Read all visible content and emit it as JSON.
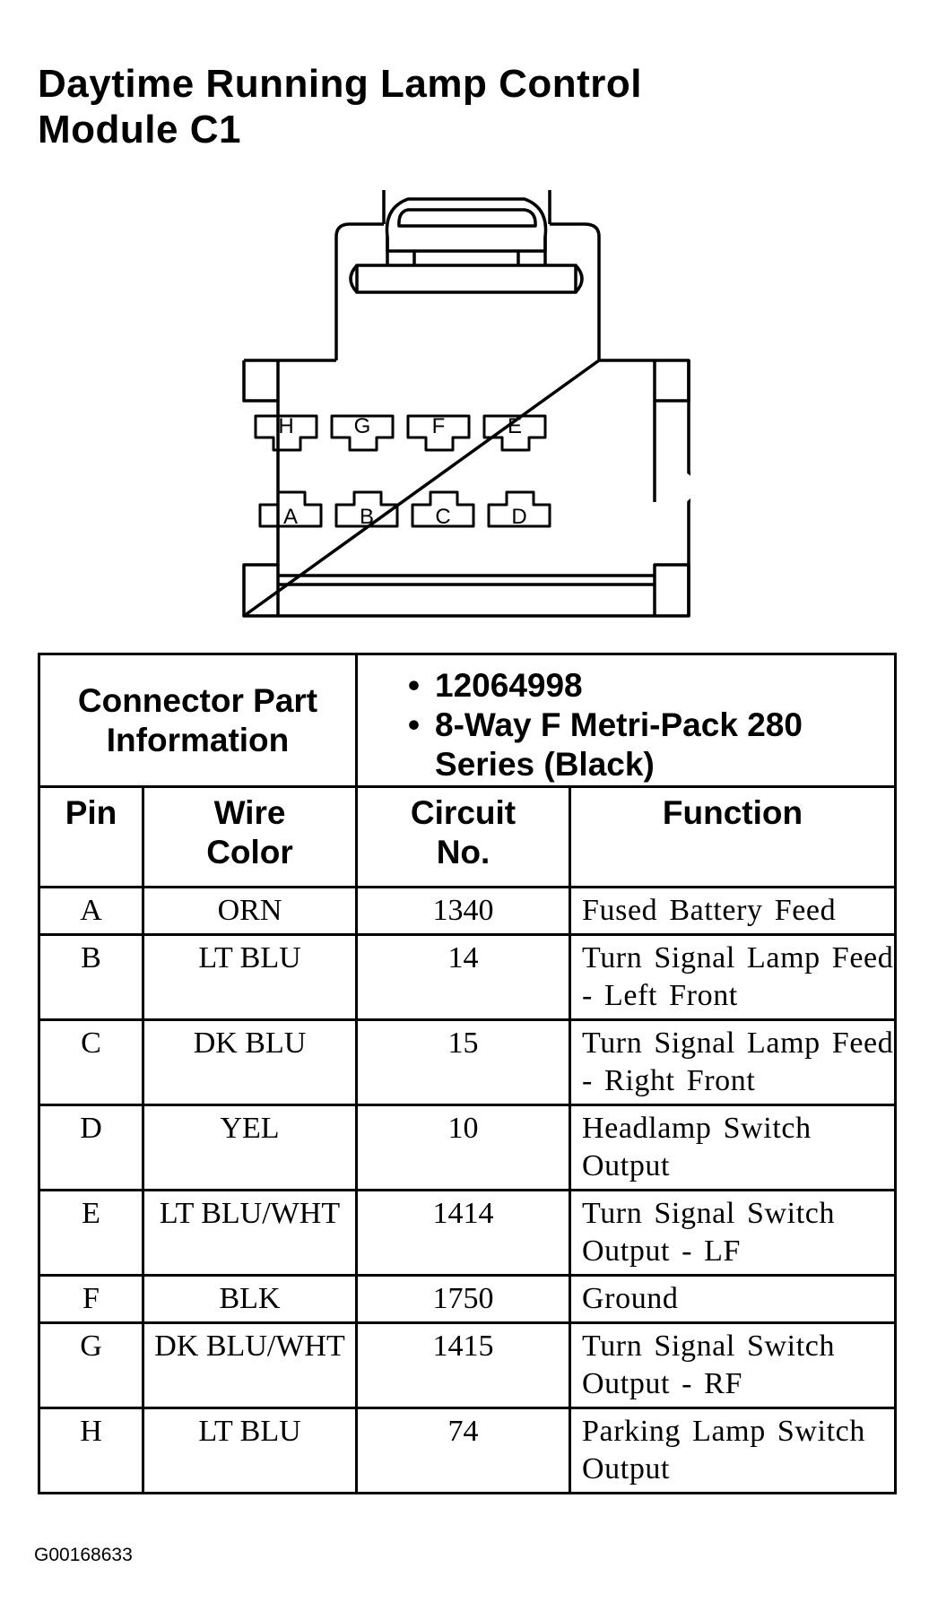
{
  "title": {
    "line1": "Daytime Running Lamp Control",
    "line2": "Module C1"
  },
  "connector": {
    "top_row_pins": [
      "H",
      "G",
      "F",
      "E"
    ],
    "bottom_row_pins": [
      "A",
      "B",
      "C",
      "D"
    ]
  },
  "part_info": {
    "label_line1": "Connector Part",
    "label_line2": "Information",
    "items": [
      "12064998",
      "8-Way F Metri-Pack 280 Series (Black)"
    ]
  },
  "table": {
    "headers": {
      "pin": "Pin",
      "wire_color_1": "Wire",
      "wire_color_2": "Color",
      "circuit_1": "Circuit",
      "circuit_2": "No.",
      "function": "Function"
    },
    "rows": [
      {
        "pin": "A",
        "color": "ORN",
        "circuit": "1340",
        "function": "Fused Battery Feed"
      },
      {
        "pin": "B",
        "color": "LT BLU",
        "circuit": "14",
        "function": "Turn Signal Lamp Feed - Left Front"
      },
      {
        "pin": "C",
        "color": "DK BLU",
        "circuit": "15",
        "function": "Turn Signal Lamp Feed - Right Front"
      },
      {
        "pin": "D",
        "color": "YEL",
        "circuit": "10",
        "function": "Headlamp Switch Output"
      },
      {
        "pin": "E",
        "color": "LT BLU/WHT",
        "circuit": "1414",
        "function": "Turn Signal Switch Output - LF"
      },
      {
        "pin": "F",
        "color": "BLK",
        "circuit": "1750",
        "function": "Ground"
      },
      {
        "pin": "G",
        "color": "DK BLU/WHT",
        "circuit": "1415",
        "function": "Turn Signal Switch Output - RF"
      },
      {
        "pin": "H",
        "color": "LT BLU",
        "circuit": "74",
        "function": "Parking Lamp Switch Output"
      }
    ]
  },
  "reference_code": "G00168633"
}
